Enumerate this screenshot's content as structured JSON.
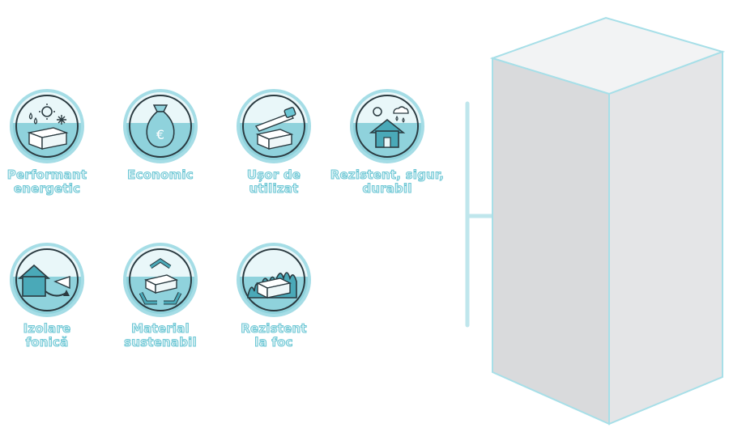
{
  "features": [
    {
      "icon": "snowflake-sun-brick-icon",
      "lines": [
        "Performant",
        "energetic"
      ]
    },
    {
      "icon": "money-bag-euro-icon",
      "lines": [
        "Economic"
      ]
    },
    {
      "icon": "saw-brick-icon",
      "lines": [
        "Ușor de",
        "utilizat"
      ]
    },
    {
      "icon": "house-weather-icon",
      "lines": [
        "Rezistent, sigur,",
        "durabil"
      ]
    },
    {
      "icon": "house-trumpet-sound-icon",
      "lines": [
        "Izolare",
        "fonică"
      ]
    },
    {
      "icon": "recycle-brick-icon",
      "lines": [
        "Material",
        "sustenabil"
      ]
    },
    {
      "icon": "fire-brick-icon",
      "lines": [
        "Rezistent",
        "la foc"
      ]
    }
  ],
  "colors": {
    "accent": "#6bc6d4",
    "badge_fill": "#8fd2dc",
    "outline": "#2a3a40",
    "block": "#d9dadc"
  }
}
